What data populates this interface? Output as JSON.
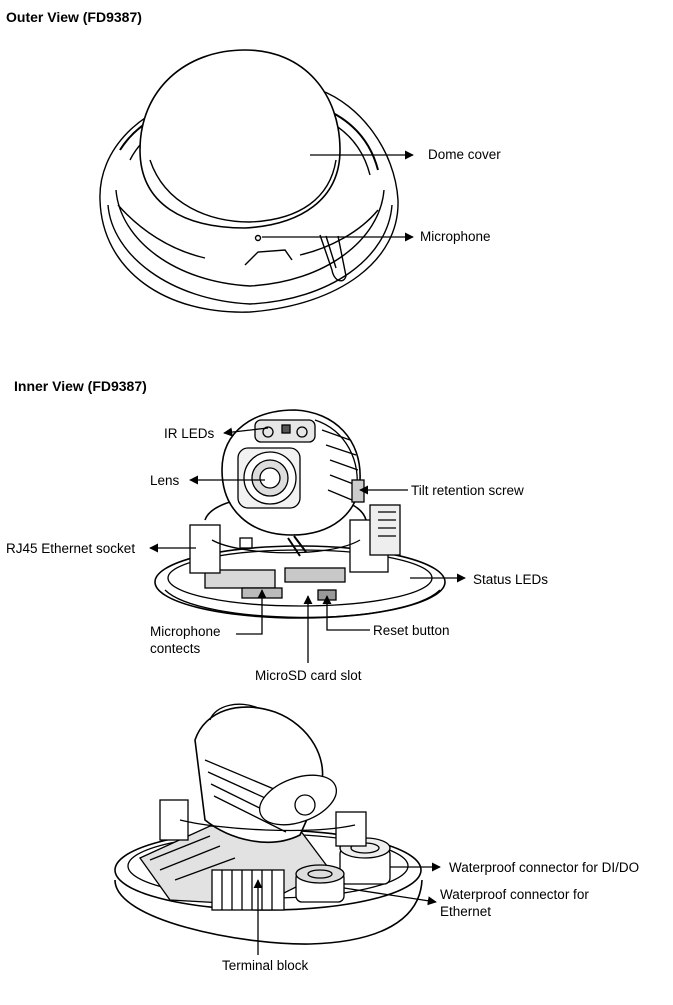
{
  "outer_view": {
    "title": "Outer View (FD9387)",
    "labels": {
      "dome_cover": "Dome cover",
      "microphone": "Microphone"
    }
  },
  "inner_view": {
    "title": "Inner View (FD9387)",
    "labels": {
      "ir_leds": "IR LEDs",
      "lens": "Lens",
      "tilt_retention_screw": "Tilt retention screw",
      "rj45_ethernet_socket": "RJ45 Ethernet socket",
      "status_leds": "Status LEDs",
      "microphone_contects_line1": "Microphone",
      "microphone_contects_line2": "contects",
      "reset_button": "Reset button",
      "microsd_card_slot": "MicroSD card slot"
    }
  },
  "bottom_view": {
    "labels": {
      "waterproof_dido": "Waterproof connector for DI/DO",
      "waterproof_ethernet_line1": "Waterproof connector for",
      "waterproof_ethernet_line2": "Ethernet",
      "terminal_block": "Terminal block"
    }
  }
}
